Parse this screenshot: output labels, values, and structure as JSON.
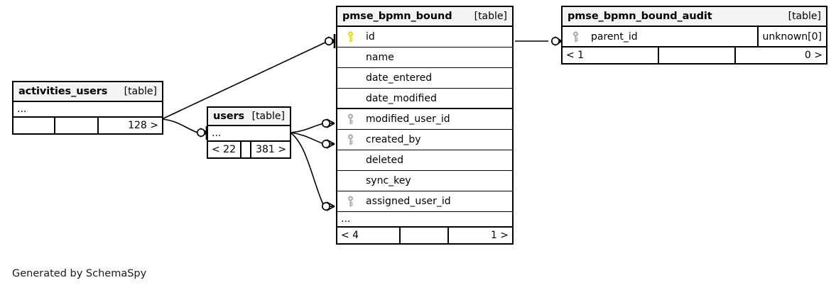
{
  "diagram": {
    "caption": "Generated by SchemaSpy",
    "table_tag": "[table]",
    "ellipsis": "...",
    "colors": {
      "primary_key": "#e3e300",
      "foreign_key": "#b0b0b0",
      "header_bg": "#f4f4f4",
      "border": "#000000",
      "background": "#ffffff"
    }
  },
  "tables": [
    {
      "id": "activities_users",
      "name": "activities_users",
      "tag": "[table]",
      "rows": [
        {
          "label": "...",
          "key": "none",
          "type": ""
        }
      ],
      "footer": {
        "left": "",
        "middle": "",
        "right": "128 >"
      }
    },
    {
      "id": "users",
      "name": "users",
      "tag": "[table]",
      "rows": [
        {
          "label": "...",
          "key": "none",
          "type": ""
        }
      ],
      "footer": {
        "left": "< 22",
        "middle": "",
        "right": "381 >"
      }
    },
    {
      "id": "pmse_bpmn_bound",
      "name": "pmse_bpmn_bound",
      "tag": "[table]",
      "rows": [
        {
          "label": "id",
          "key": "primary",
          "type": ""
        },
        {
          "label": "name",
          "key": "none",
          "type": ""
        },
        {
          "label": "date_entered",
          "key": "none",
          "type": ""
        },
        {
          "label": "date_modified",
          "key": "none",
          "type": ""
        },
        {
          "label": "modified_user_id",
          "key": "foreign",
          "type": ""
        },
        {
          "label": "created_by",
          "key": "foreign",
          "type": ""
        },
        {
          "label": "deleted",
          "key": "none",
          "type": ""
        },
        {
          "label": "sync_key",
          "key": "none",
          "type": ""
        },
        {
          "label": "assigned_user_id",
          "key": "foreign",
          "type": ""
        }
      ],
      "ellipsis": "...",
      "footer": {
        "left": "< 4",
        "middle": "",
        "right": "1 >"
      }
    },
    {
      "id": "pmse_bpmn_bound_audit",
      "name": "pmse_bpmn_bound_audit",
      "tag": "[table]",
      "rows": [
        {
          "label": "parent_id",
          "key": "foreign",
          "type": "unknown[0]"
        }
      ],
      "footer": {
        "left": "< 1",
        "middle": "",
        "right": "0 >"
      }
    }
  ],
  "relationships": [
    {
      "from": "activities_users",
      "to": "pmse_bpmn_bound.id",
      "cardinality": "zero-or-more"
    },
    {
      "from": "activities_users",
      "to": "users",
      "cardinality": "zero-or-more"
    },
    {
      "from": "users",
      "to": "pmse_bpmn_bound.modified_user_id",
      "cardinality": "zero-or-more"
    },
    {
      "from": "users",
      "to": "pmse_bpmn_bound.created_by",
      "cardinality": "zero-or-more"
    },
    {
      "from": "users",
      "to": "pmse_bpmn_bound.assigned_user_id",
      "cardinality": "zero-or-more"
    },
    {
      "from": "pmse_bpmn_bound.id",
      "to": "pmse_bpmn_bound_audit.parent_id",
      "cardinality": "zero-or-more"
    }
  ]
}
